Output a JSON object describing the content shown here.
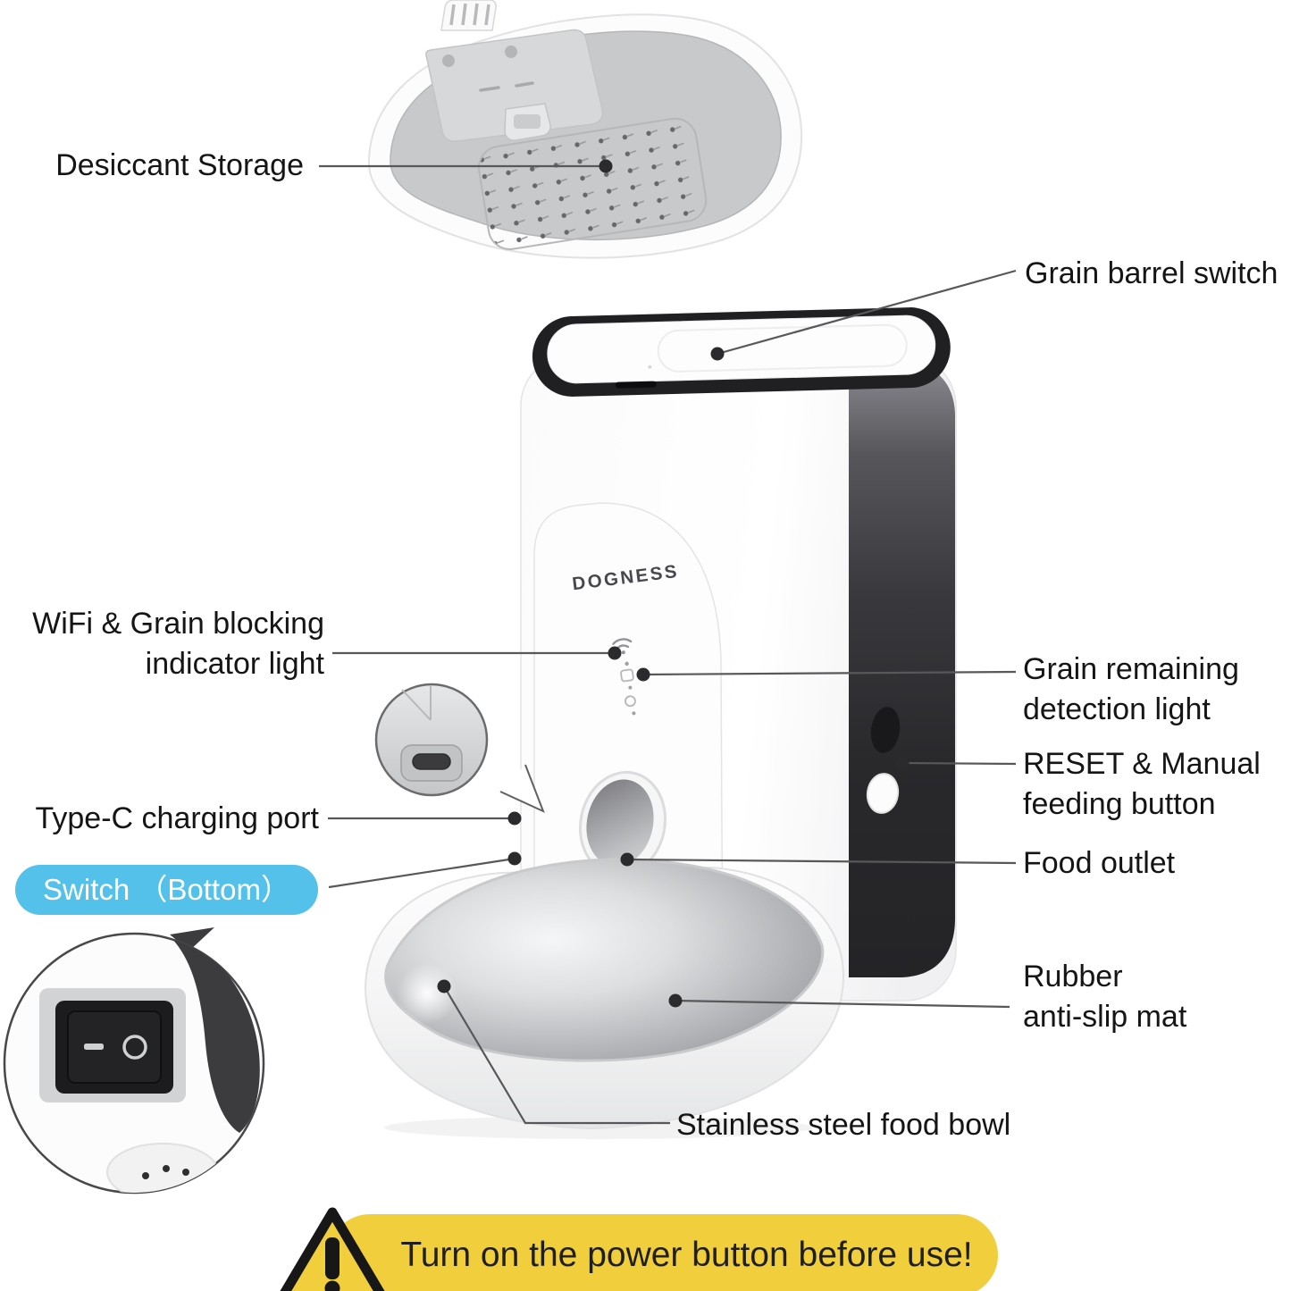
{
  "product": {
    "brand": "DOGNESS"
  },
  "labels": {
    "desiccant_storage": "Desiccant Storage",
    "grain_barrel_switch": "Grain barrel switch",
    "wifi_indicator_line1": "WiFi & Grain blocking",
    "wifi_indicator_line2": "indicator light",
    "grain_remaining_line1": "Grain remaining",
    "grain_remaining_line2": "detection light",
    "reset_line1": "RESET & Manual",
    "reset_line2": "feeding button",
    "type_c": "Type-C charging port",
    "switch_bottom": "Switch （Bottom）",
    "food_outlet": "Food outlet",
    "rubber_line1": "Rubber",
    "rubber_line2": "anti-slip mat",
    "stainless_bowl": "Stainless steel food bowl",
    "warning": "Turn on the power button before use!"
  },
  "colors": {
    "switch_pill_bg": "#53C1E9",
    "warning_banner_bg": "#F1CE3B",
    "label_text": "#151515",
    "leader_line": "#58585a"
  }
}
